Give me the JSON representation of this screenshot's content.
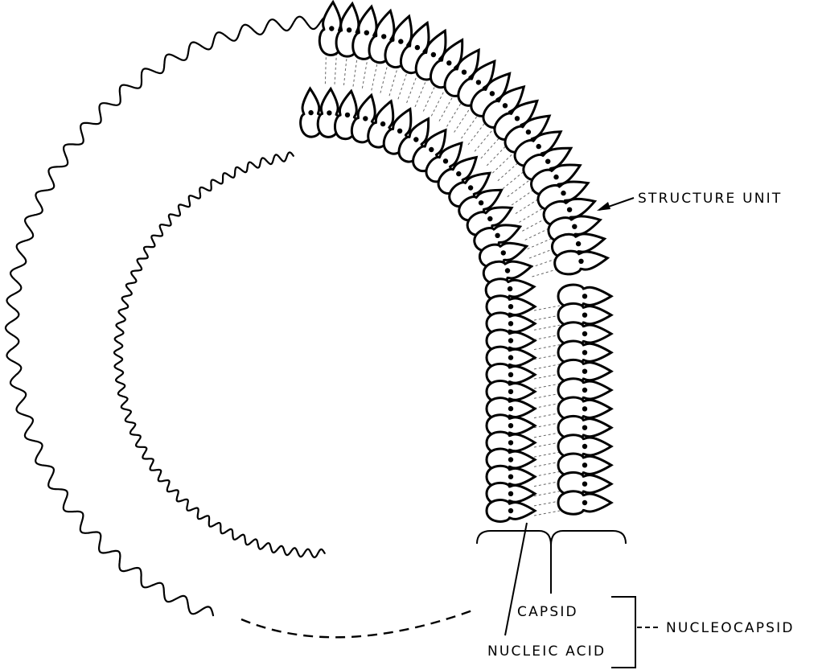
{
  "labels": {
    "structure_unit": "STRUCTURE UNIT",
    "capsid": "CAPSID",
    "nucleic_acid": "NUCLEIC ACID",
    "nucleocapsid": "NUCLEOCAPSID"
  },
  "colors": {
    "ink": "#000000",
    "paper": "#ffffff"
  }
}
